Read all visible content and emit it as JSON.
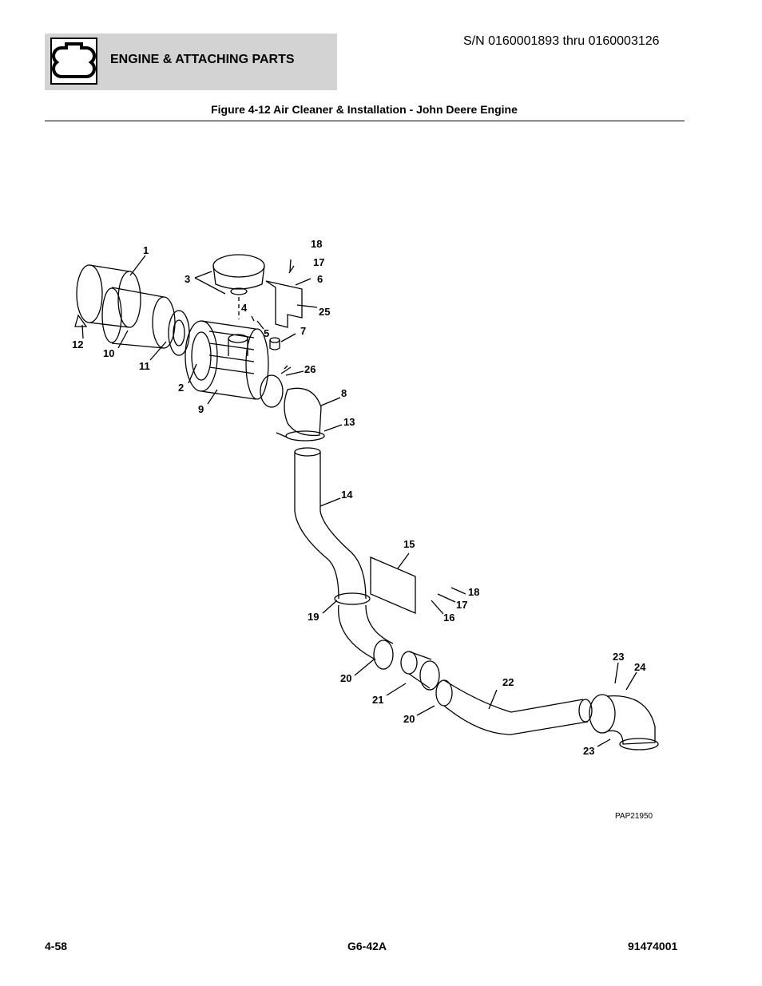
{
  "header": {
    "section_title": "ENGINE & ATTACHING PARTS",
    "section_icon": "engine-block-icon",
    "sn_range": "S/N 0160001893 thru 0160003126"
  },
  "figure": {
    "title": "Figure 4-12 Air Cleaner & Installation - John Deere Engine",
    "id": "PAP21950",
    "callouts": [
      "1",
      "18",
      "17",
      "3",
      "6",
      "4",
      "25",
      "5",
      "7",
      "12",
      "10",
      "11",
      "26",
      "2",
      "8",
      "9",
      "13",
      "14",
      "15",
      "18",
      "17",
      "16",
      "19",
      "23",
      "24",
      "20",
      "22",
      "21",
      "20",
      "23"
    ]
  },
  "footer": {
    "page_number": "4-58",
    "model": "G6-42A",
    "part_number": "91474001"
  }
}
